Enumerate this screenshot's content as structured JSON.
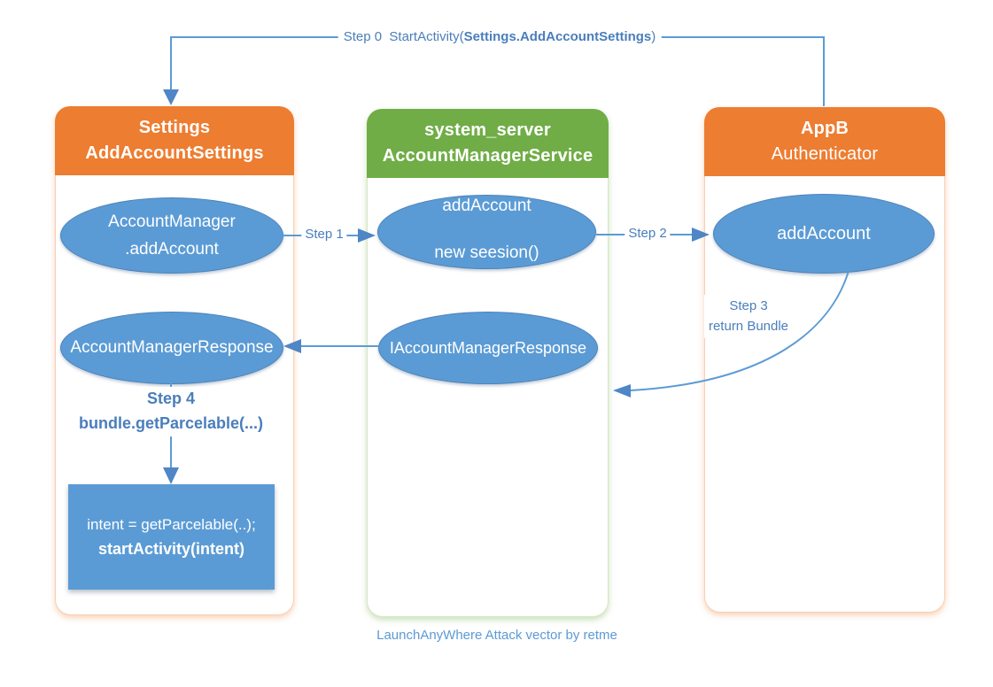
{
  "title_arrow": {
    "prefix": "Step 0  StartActivity(",
    "bold": "Settings.AddAccountSettings",
    "suffix": ")"
  },
  "columns": {
    "settings": {
      "header1": "Settings",
      "header2": "AddAccountSettings",
      "ellipse_addaccount_line1": "AccountManager",
      "ellipse_addaccount_line2": ".addAccount",
      "ellipse_response": "AccountManagerResponse",
      "code_line1": "intent = getParcelable(..);",
      "code_line2": "startActivity(intent)"
    },
    "system_server": {
      "header1": "system_server",
      "header2": "AccountManagerService",
      "ellipse_addaccount_line1": "addAccount",
      "ellipse_addaccount_line2": "new seesion()",
      "ellipse_response": "IAccountManagerResponse"
    },
    "appb": {
      "header1": "AppB",
      "header2": "Authenticator",
      "ellipse_addaccount": "addAccount"
    }
  },
  "labels": {
    "step1": "Step 1",
    "step2": "Step 2",
    "step3_line1": "Step 3",
    "step3_line2": "return Bundle",
    "step4_line1": "Step 4",
    "step4_line2": "bundle.getParcelable(...)"
  },
  "caption": "LaunchAnyWhere Attack vector by retme",
  "colors": {
    "orange_header": "#ED7D31",
    "green_header": "#70AD47",
    "shape_blue": "#5B9BD5",
    "arrow_blue": "#5B9BD5",
    "label_blue": "#4A7EBB"
  }
}
